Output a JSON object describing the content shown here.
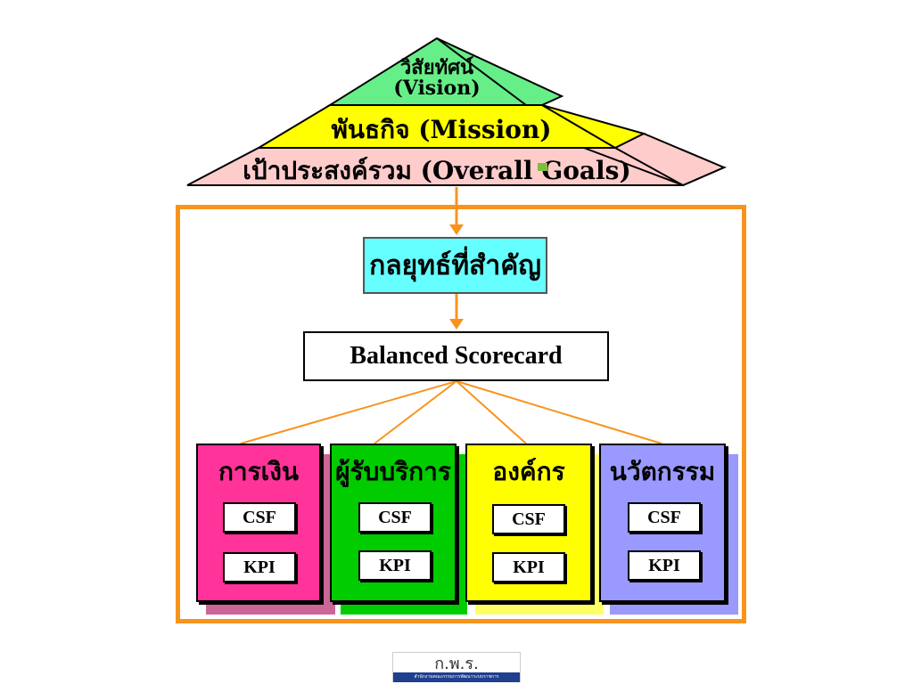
{
  "pyramid": {
    "vision_line1": "วิสัยทัศน์",
    "vision_line2": "(Vision)",
    "mission": "พันธกิจ (Mission)",
    "goals": "เป้าประสงค์รวม (Overall Goals)",
    "colors": {
      "vision": "#66ee88",
      "mission": "#ffff00",
      "goals": "#ffcccc"
    }
  },
  "strategy": {
    "label": "กลยุทธ์ที่สำคัญ",
    "color": "#66ffff"
  },
  "scorecard": {
    "label": "Balanced Scorecard"
  },
  "frame_color": "#f7941d",
  "perspectives": [
    {
      "title": "การเงิน",
      "csf": "CSF",
      "kpi": "KPI",
      "color": "#ff3399",
      "shadow": "#cc6699"
    },
    {
      "title": "ผู้รับบริการ",
      "csf": "CSF",
      "kpi": "KPI",
      "color": "#00cc00",
      "shadow": "#00cc00"
    },
    {
      "title": "องค์กร",
      "csf": "CSF",
      "kpi": "KPI",
      "color": "#ffff00",
      "shadow": "#ffff66"
    },
    {
      "title": "นวัตกรรม",
      "csf": "CSF",
      "kpi": "KPI",
      "color": "#9999ff",
      "shadow": "#9999ff"
    }
  ],
  "logo": {
    "text": "ก.พ.ร.",
    "subtext": "สำนักงานคณะกรรมการพัฒนาระบบราชการ"
  }
}
